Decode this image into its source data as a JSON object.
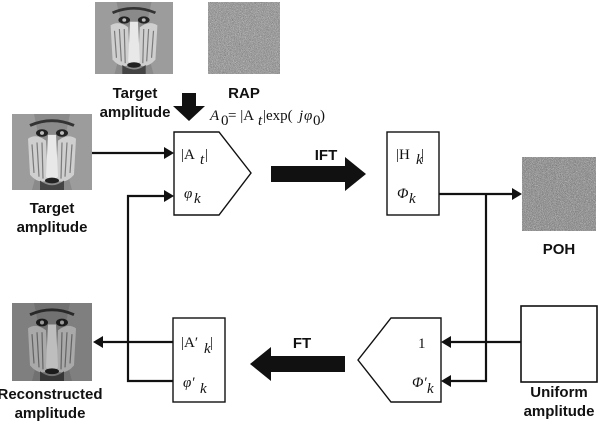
{
  "labels": {
    "target_amplitude_top_line1": "Target",
    "target_amplitude_top_line2": "amplitude",
    "rap": "RAP",
    "a0_equation_lhs": "A",
    "a0_equation_sub": "0",
    "a0_equation_mid": " = |A",
    "a0_equation_sub_t": "t",
    "a0_equation_rest": "|exp(",
    "a0_equation_j": "j",
    "a0_equation_phi": "φ",
    "a0_equation_phi_sub": "0",
    "a0_equation_close": ")",
    "target_amplitude_left_line1": "Target",
    "target_amplitude_left_line2": "amplitude",
    "poh": "POH",
    "reconstructed_line1": "Reconstructed",
    "reconstructed_line2": "amplitude",
    "uniform_line1": "Uniform",
    "uniform_line2": "amplitude",
    "ift": "IFT",
    "ft": "FT"
  },
  "blocks": {
    "amplitude_block": {
      "top_bar_open": "|A",
      "top_sub": "t",
      "top_bar_close": "|",
      "bottom": "φ",
      "bottom_sub": "k"
    },
    "hologram_block": {
      "top_bar_open": "|H",
      "top_sub": "k",
      "top_bar_close": "|",
      "bottom": "Φ",
      "bottom_sub": "k"
    },
    "reconstruct_block": {
      "top_bar_open": "|A′",
      "top_sub": "k",
      "top_bar_close": "|",
      "bottom": "φ′",
      "bottom_sub": "k"
    },
    "constraint_block": {
      "top": "1",
      "bottom": "Φ′",
      "bottom_sub": "k"
    }
  },
  "colors": {
    "ink": "#111111",
    "noise_dark": "#3a3a3a",
    "noise_light": "#9a9a9a"
  },
  "icons": [
    "baboon-image",
    "random-phase-noise-image",
    "poh-noise-image",
    "uniform-blank-image"
  ]
}
